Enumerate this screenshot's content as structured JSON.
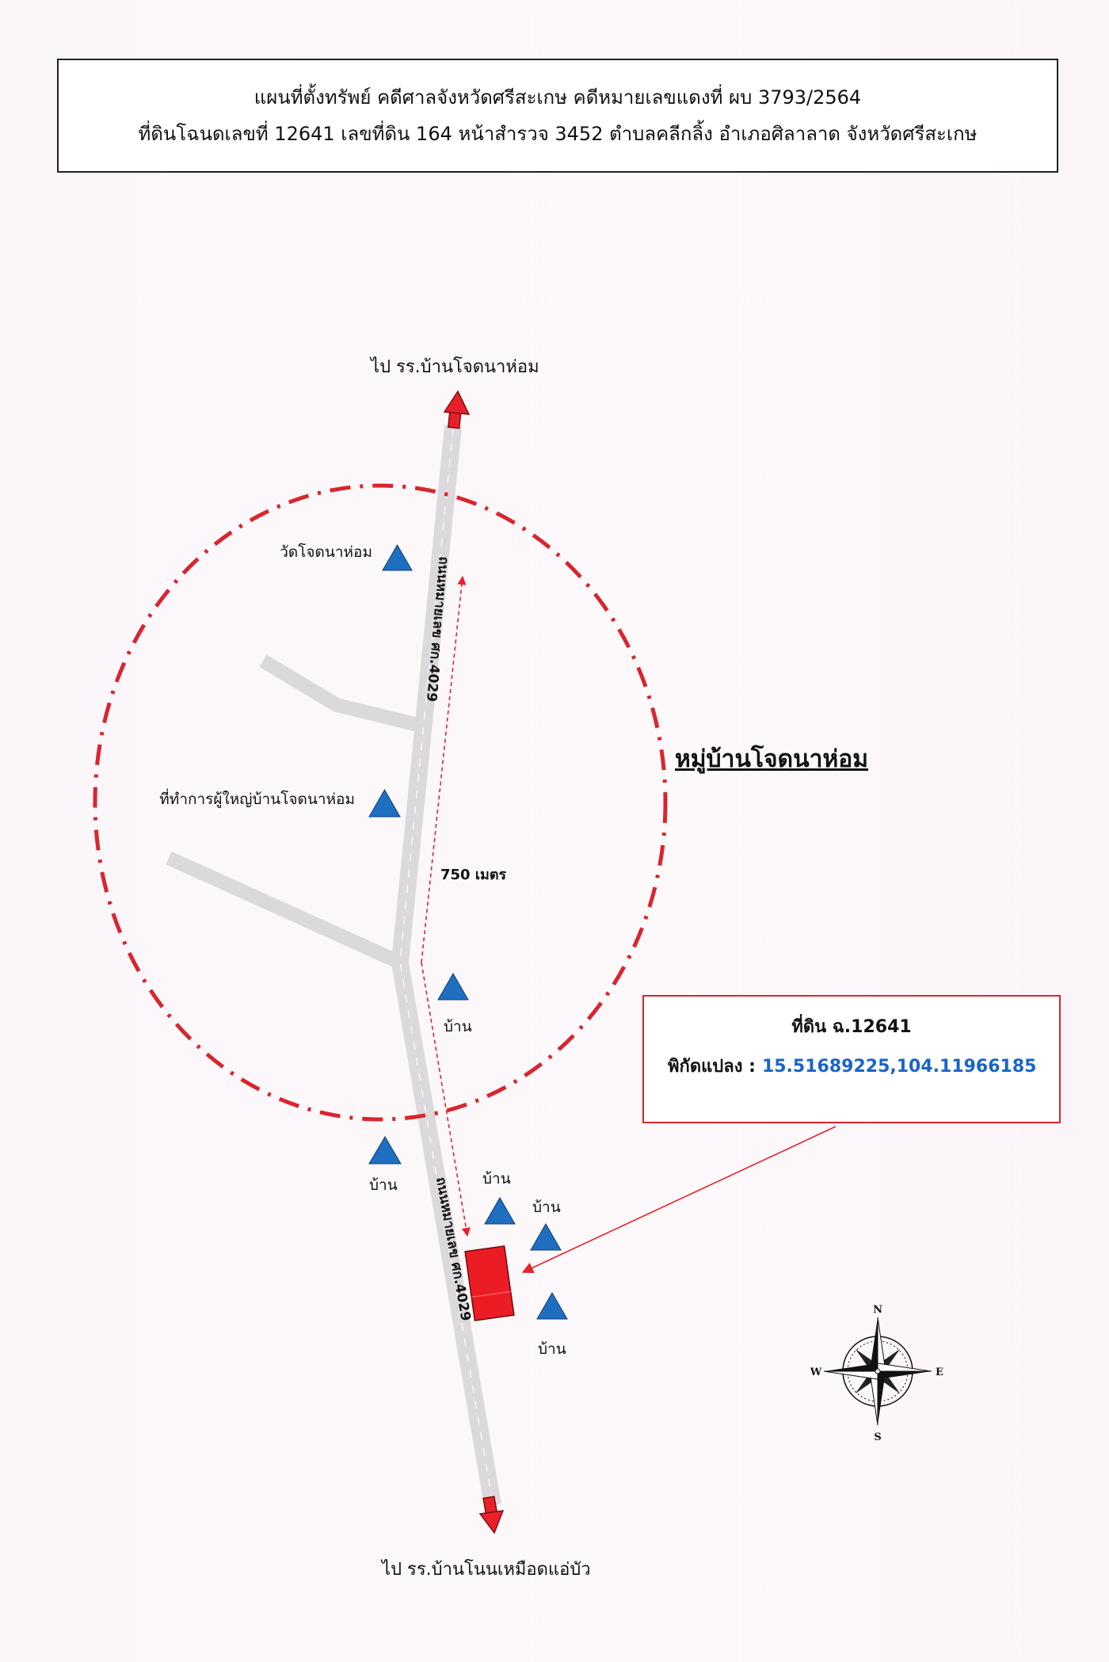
{
  "header": {
    "line1": "แผนที่ตั้งทรัพย์ คดีศาลจังหวัดศรีสะเกษ คดีหมายเลขแดงที่ ผบ 3793/2564",
    "line2": "ที่ดินโฉนดเลขที่ 12641 เลขที่ดิน 164 หน้าสำรวจ 3452 ตำบลคลีกลิ้ง อำเภอศิลาลาด จังหวัดศรีสะเกษ"
  },
  "map": {
    "north_destination": "ไป รร.บ้านโจดนาห่อม",
    "south_destination": "ไป รร.บ้านโนนเหมือดแอ่บัว",
    "road_label_upper": "ถนนหมายเลข ศก.4029",
    "road_label_lower": "ถนนหมายเลข ศก.4029",
    "village_name": "หมู่บ้านโจดนาห่อม",
    "distance_label": "750 เมตร",
    "landmarks": {
      "temple": "วัดโจดนาห่อม",
      "headman_office": "ที่ทำการผู้ใหญ่บ้านโจดนาห่อม",
      "house_1": "บ้าน",
      "house_2": "บ้าน",
      "house_3": "บ้าน",
      "house_4": "บ้าน",
      "house_5": "บ้าน"
    },
    "compass": {
      "n": "N",
      "s": "S",
      "e": "E",
      "w": "W"
    },
    "colors": {
      "road": "#dcd9dc",
      "circle": "#d9252f",
      "parcel": "#ec1c24",
      "landmark": "#1e6fc0",
      "arrow": "#e8202a",
      "coord_text": "#1a64c8"
    }
  },
  "parcel": {
    "title": "ที่ดิน ฉ.12641",
    "coord_label": "พิกัดแปลง :",
    "coord_value": "15.51689225,104.11966185"
  }
}
